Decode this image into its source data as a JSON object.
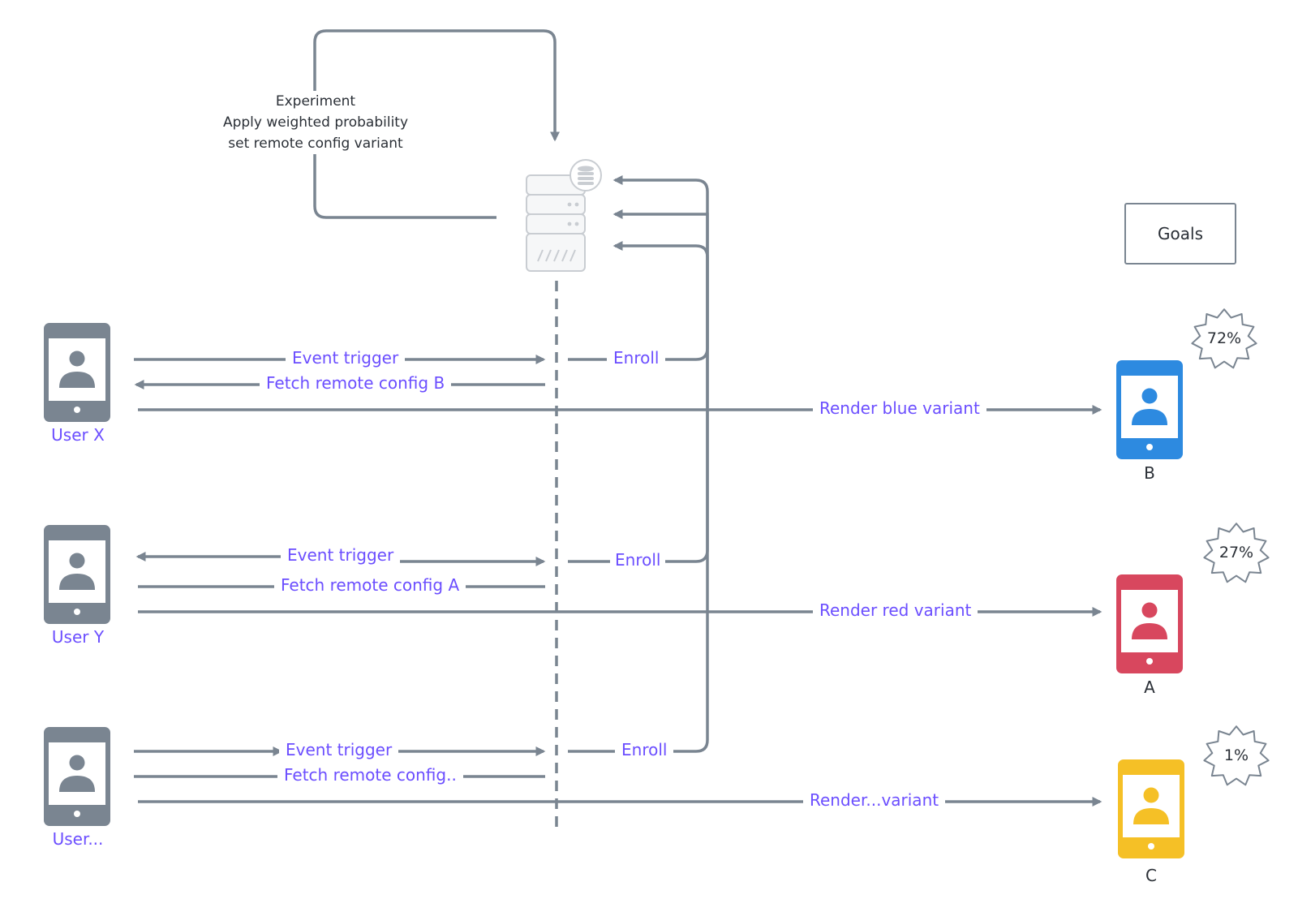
{
  "experiment_note": {
    "line1": "Experiment",
    "line2": "Apply weighted probability",
    "line3": "set remote config variant"
  },
  "goals_label": "Goals",
  "users": [
    {
      "name": "User X",
      "event_label": "Event trigger",
      "fetch_label": "Fetch remote config B",
      "enroll_label": "Enroll",
      "render_label": "Render blue variant"
    },
    {
      "name": "User Y",
      "event_label": "Event trigger",
      "fetch_label": "Fetch remote config A",
      "enroll_label": "Enroll",
      "render_label": "Render red variant"
    },
    {
      "name": "User...",
      "event_label": "Event trigger",
      "fetch_label": "Fetch remote config..",
      "enroll_label": "Enroll",
      "render_label": "Render...variant"
    }
  ],
  "variants": [
    {
      "name": "B",
      "percent": "72%",
      "color": "#2d8ae0"
    },
    {
      "name": "A",
      "percent": "27%",
      "color": "#d8475e"
    },
    {
      "name": "C",
      "percent": "1%",
      "color": "#f5c026"
    }
  ],
  "colors": {
    "line": "#7a8591",
    "flow_text": "#6b4eff",
    "user_device": "#7a8591",
    "server": "#c9cdd2"
  },
  "icons": {
    "server": "server-database-icon",
    "device": "phone-user-icon",
    "badge": "starburst-badge-icon"
  }
}
